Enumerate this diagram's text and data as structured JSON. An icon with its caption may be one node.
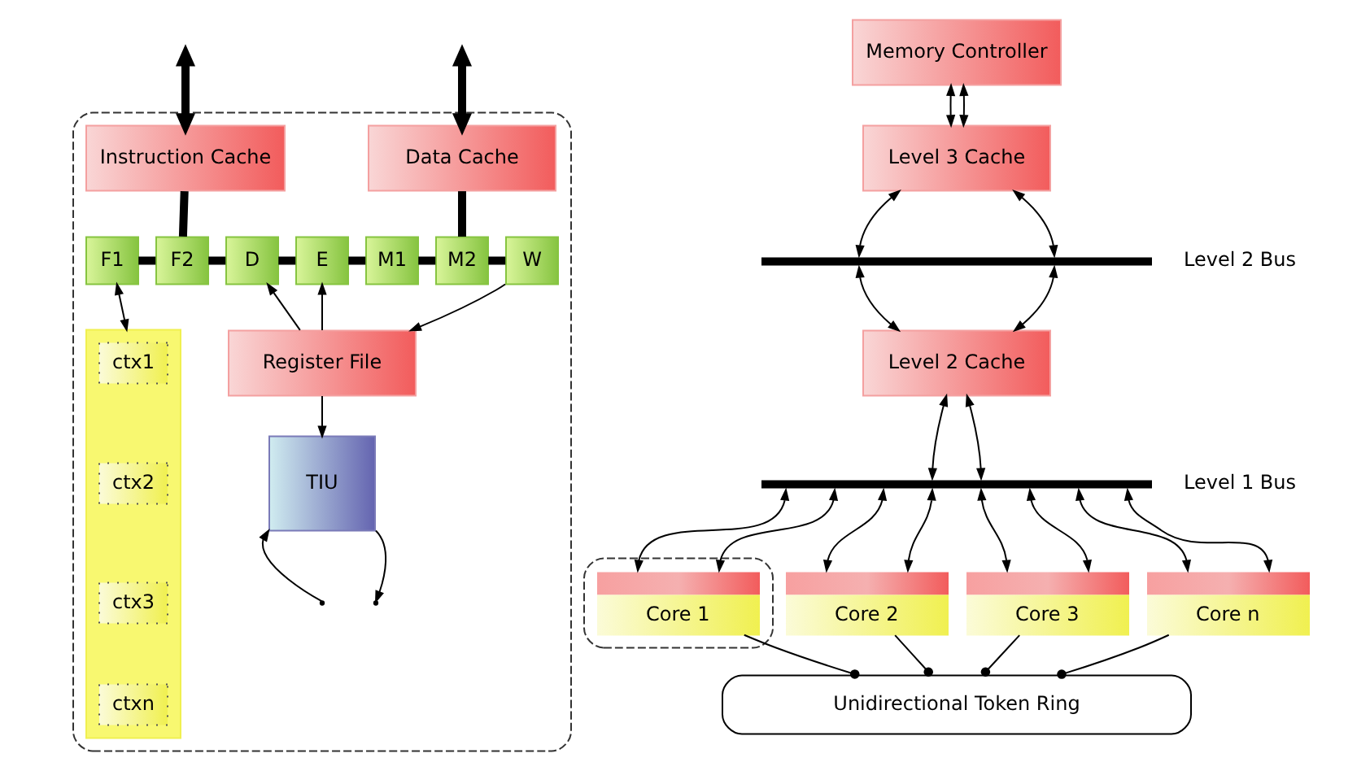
{
  "diagram": {
    "nodes": [
      {
        "text": [],
        "shape": "box"
      },
      {
        "text": [
          "Instruction Cache"
        ],
        "in": 0
      },
      {
        "text": [
          "Data Cache"
        ],
        "in": 0
      },
      {
        "text": [
          "F1"
        ],
        "in": 0
      },
      {
        "text": [
          "F2"
        ],
        "in": 0
      },
      {
        "text": [
          "D"
        ],
        "in": 0
      },
      {
        "text": [
          "E"
        ],
        "in": 0
      },
      {
        "text": [
          "M1"
        ],
        "in": 0
      },
      {
        "text": [
          "M2"
        ],
        "in": 0
      },
      {
        "text": [
          "W"
        ],
        "in": 0
      },
      {
        "text": [],
        "shape": "box",
        "in": 0
      },
      {
        "text": [
          "ctx1"
        ],
        "in": 10
      },
      {
        "text": [
          "ctx2"
        ],
        "in": 10
      },
      {
        "text": [
          "ctx3"
        ],
        "in": 10
      },
      {
        "text": [
          "ctxn"
        ],
        "in": 10
      },
      {
        "text": [
          "Register File"
        ],
        "in": 0
      },
      {
        "text": [
          "TIU"
        ],
        "in": 0
      },
      {
        "text": [
          "Memory Controller"
        ]
      },
      {
        "text": [
          "Level 3 Cache"
        ]
      },
      {
        "text": [],
        "shape": "bar",
        "beside": [
          "Level 2 Bus"
        ]
      },
      {
        "text": [
          "Level 2 Cache"
        ]
      },
      {
        "text": [],
        "shape": "bar",
        "beside": [
          "Level 1 Bus"
        ]
      },
      {
        "text": [],
        "shape": "box"
      },
      {
        "text": [
          "Core 1"
        ],
        "in": 22
      },
      {
        "text": [
          "Core 2"
        ]
      },
      {
        "text": [
          "Core 3"
        ]
      },
      {
        "text": [
          "Core n"
        ]
      },
      {
        "text": [
          "Unidirectional Token Ring"
        ]
      }
    ],
    "edges": [
      {
        "from": null,
        "to": 1,
        "arrow": "both",
        "style": "thick"
      },
      {
        "from": null,
        "to": 2,
        "arrow": "both",
        "style": "thick"
      },
      {
        "from": 1,
        "to": 4,
        "arrow": "none",
        "style": "thick"
      },
      {
        "from": 2,
        "to": 8,
        "arrow": "none",
        "style": "thick"
      },
      {
        "from": 3,
        "to": 4,
        "arrow": "none",
        "style": "thick"
      },
      {
        "from": 4,
        "to": 5,
        "arrow": "none",
        "style": "thick"
      },
      {
        "from": 5,
        "to": 6,
        "arrow": "none",
        "style": "thick"
      },
      {
        "from": 6,
        "to": 7,
        "arrow": "none",
        "style": "thick"
      },
      {
        "from": 7,
        "to": 8,
        "arrow": "none",
        "style": "thick"
      },
      {
        "from": 8,
        "to": 9,
        "arrow": "none",
        "style": "thick"
      },
      {
        "from": 3,
        "to": 10,
        "arrow": "both"
      },
      {
        "from": 15,
        "to": 5,
        "arrow": "to"
      },
      {
        "from": 15,
        "to": 6,
        "arrow": "to"
      },
      {
        "from": 9,
        "to": 15,
        "arrow": "to"
      },
      {
        "from": 15,
        "to": 16,
        "arrow": "to"
      },
      {
        "from": null,
        "to": 16,
        "arrow": "to"
      },
      {
        "from": 16,
        "to": null,
        "arrow": "to"
      },
      {
        "from": 17,
        "to": 18,
        "arrow": "both"
      },
      {
        "from": 17,
        "to": 18,
        "arrow": "both"
      },
      {
        "from": 18,
        "to": 19,
        "arrow": "both"
      },
      {
        "from": 18,
        "to": 19,
        "arrow": "both"
      },
      {
        "from": 19,
        "to": 20,
        "arrow": "both"
      },
      {
        "from": 19,
        "to": 20,
        "arrow": "both"
      },
      {
        "from": 20,
        "to": 21,
        "arrow": "both"
      },
      {
        "from": 20,
        "to": 21,
        "arrow": "both"
      },
      {
        "from": 21,
        "to": 23,
        "arrow": "both"
      },
      {
        "from": 21,
        "to": 23,
        "arrow": "both"
      },
      {
        "from": 21,
        "to": 24,
        "arrow": "both"
      },
      {
        "from": 21,
        "to": 24,
        "arrow": "both"
      },
      {
        "from": 21,
        "to": 25,
        "arrow": "both"
      },
      {
        "from": 21,
        "to": 25,
        "arrow": "both"
      },
      {
        "from": 21,
        "to": 26,
        "arrow": "both"
      },
      {
        "from": 21,
        "to": 26,
        "arrow": "both"
      },
      {
        "from": 23,
        "to": 27,
        "arrow": "other"
      },
      {
        "from": 24,
        "to": 27,
        "arrow": "other"
      },
      {
        "from": 25,
        "to": 27,
        "arrow": "other"
      },
      {
        "from": 26,
        "to": 27,
        "arrow": "other"
      }
    ]
  }
}
